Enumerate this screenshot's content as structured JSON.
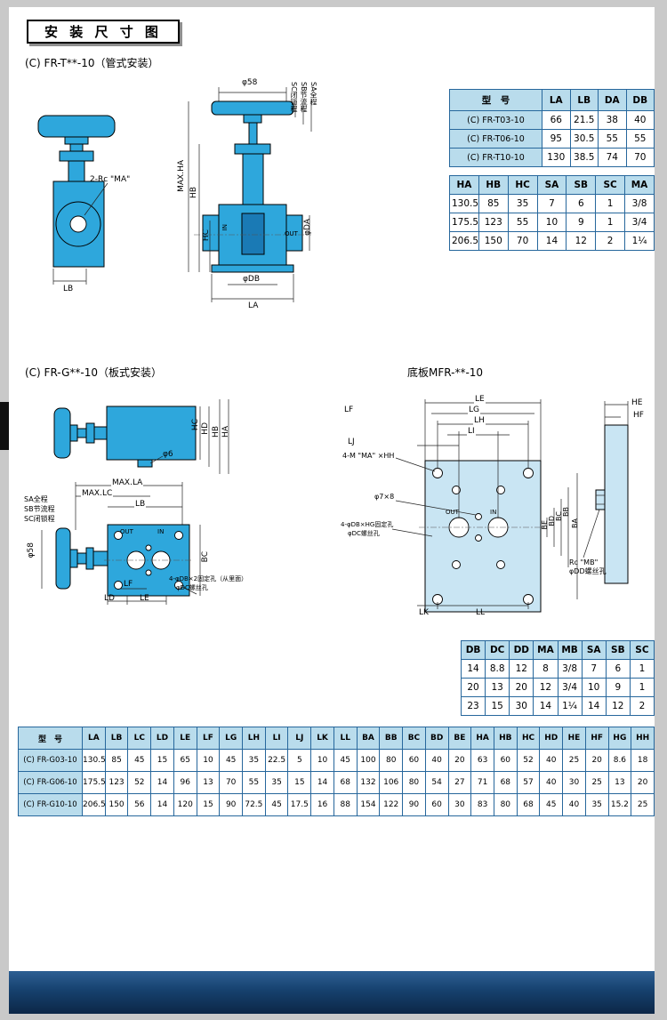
{
  "colors": {
    "valve_blue": "#2ea7dc",
    "plate_blue": "#c9e5f3",
    "table_header_blue": "#b9dcec",
    "table_border_blue": "#27679c",
    "footer_navy": "#0c2747"
  },
  "header": {
    "title": "安 装 尺 寸 图"
  },
  "sections": {
    "pipe_mount": "(C) FR-T**-10（管式安装）",
    "plate_mount": "(C) FR-G**-10（板式安装）",
    "base_plate": "底板MFR-**-10"
  },
  "tables": {
    "t1": {
      "first_col_header": true,
      "headers": [
        "型　号",
        "LA",
        "LB",
        "DA",
        "DB"
      ],
      "rows": [
        [
          "(C) FR-T03-10",
          "66",
          "21.5",
          "38",
          "40"
        ],
        [
          "(C) FR-T06-10",
          "95",
          "30.5",
          "55",
          "55"
        ],
        [
          "(C) FR-T10-10",
          "130",
          "38.5",
          "74",
          "70"
        ]
      ]
    },
    "t2": {
      "first_col_header": false,
      "headers": [
        "HA",
        "HB",
        "HC",
        "SA",
        "SB",
        "SC",
        "MA"
      ],
      "rows": [
        [
          "130.5",
          "85",
          "35",
          "7",
          "6",
          "1",
          "3/8"
        ],
        [
          "175.5",
          "123",
          "55",
          "10",
          "9",
          "1",
          "3/4"
        ],
        [
          "206.5",
          "150",
          "70",
          "14",
          "12",
          "2",
          "1¼"
        ]
      ]
    },
    "t3": {
      "first_col_header": false,
      "headers": [
        "DB",
        "DC",
        "DD",
        "MA",
        "MB",
        "SA",
        "SB",
        "SC"
      ],
      "rows": [
        [
          "14",
          "8.8",
          "12",
          "8",
          "3/8",
          "7",
          "6",
          "1"
        ],
        [
          "20",
          "13",
          "20",
          "12",
          "3/4",
          "10",
          "9",
          "1"
        ],
        [
          "23",
          "15",
          "30",
          "14",
          "1¼",
          "14",
          "12",
          "2"
        ]
      ]
    },
    "t4": {
      "first_col_header": true,
      "headers": [
        "型　号",
        "LA",
        "LB",
        "LC",
        "LD",
        "LE",
        "LF",
        "LG",
        "LH",
        "LI",
        "LJ",
        "LK",
        "LL",
        "BA",
        "BB",
        "BC",
        "BD",
        "BE",
        "HA",
        "HB",
        "HC",
        "HD",
        "HE",
        "HF",
        "HG",
        "HH"
      ],
      "rows": [
        [
          "(C) FR-G03-10",
          "130.5",
          "85",
          "45",
          "15",
          "65",
          "10",
          "45",
          "35",
          "22.5",
          "5",
          "10",
          "45",
          "100",
          "80",
          "60",
          "40",
          "20",
          "63",
          "60",
          "52",
          "40",
          "25",
          "20",
          "8.6",
          "18"
        ],
        [
          "(C) FR-G06-10",
          "175.5",
          "123",
          "52",
          "14",
          "96",
          "13",
          "70",
          "55",
          "35",
          "15",
          "14",
          "68",
          "132",
          "106",
          "80",
          "54",
          "27",
          "71",
          "68",
          "57",
          "40",
          "30",
          "25",
          "13",
          "20"
        ],
        [
          "(C) FR-G10-10",
          "206.5",
          "150",
          "56",
          "14",
          "120",
          "15",
          "90",
          "72.5",
          "45",
          "17.5",
          "16",
          "88",
          "154",
          "122",
          "90",
          "60",
          "30",
          "83",
          "80",
          "68",
          "45",
          "40",
          "35",
          "15.2",
          "25"
        ]
      ]
    }
  },
  "pipe_side_view": {
    "thread_note": "2-Rc \"MA\"",
    "dim_lb": "LB"
  },
  "pipe_front_view": {
    "dim_phi58": "φ58",
    "stroke_sc": "SC闭锁程",
    "stroke_sb": "SB节流程",
    "stroke_sa": "SA全程",
    "dim_max_ha": "MAX.HA",
    "dim_hb": "HB",
    "dim_hc": "HC",
    "port_in": "IN",
    "port_out": "OUT",
    "dim_da": "φDA",
    "dim_db": "φDB",
    "dim_la": "LA"
  },
  "plate_valve_side_view": {
    "dim_hc": "HC",
    "dim_hd": "HD",
    "dim_hb": "HB",
    "dim_ha": "HA",
    "dim_phi6": "φ6"
  },
  "plate_valve_front_view": {
    "dim_max_la": "MAX.LA",
    "dim_max_lc": "MAX.LC",
    "dim_lb": "LB",
    "stroke_sa": "SA全程",
    "stroke_sb": "SB节流程",
    "stroke_sc": "SC闭锁程",
    "dim_phi58": "φ58",
    "port_out": "OUT",
    "port_in": "IN",
    "dim_bc": "BC",
    "dim_lf": "LF",
    "dim_ld": "LD",
    "dim_le": "LE",
    "fix_note_1": "4-φDB×2固定孔（从里面）",
    "fix_note_2": "φDC螺丝孔"
  },
  "base_plate_front_view": {
    "dim_le": "LE",
    "dim_lg": "LG",
    "dim_lh": "LH",
    "dim_li": "LI",
    "dim_lf": "LF",
    "dim_lj": "LJ",
    "bolt_note": "4-M \"MA\" ×HH",
    "dim_phi7": "φ7×8",
    "port_out": "OUT",
    "port_in": "IN",
    "fix_note_1": "4-φDB×HG固定孔",
    "fix_note_2": "φDC螺丝孔",
    "dim_be": "BE",
    "dim_bd": "BD",
    "dim_bc": "BC",
    "dim_bb": "BB",
    "dim_ba": "BA",
    "dim_lk": "LK",
    "dim_ll": "LL"
  },
  "base_plate_side_view": {
    "dim_he": "HE",
    "dim_hf": "HF",
    "thread_note_1": "Rc \"MB\"",
    "thread_note_2": "φDD螺丝孔"
  }
}
